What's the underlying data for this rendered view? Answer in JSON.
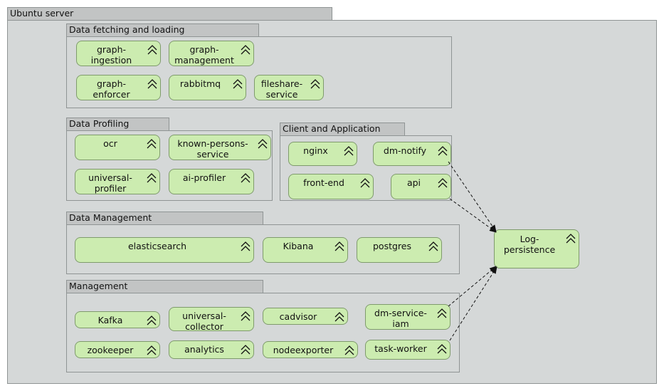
{
  "server": {
    "title": "Ubuntu server"
  },
  "groups": {
    "fetching": {
      "title": "Data fetching and loading",
      "services": [
        "graph-\ningestion",
        "graph-\nmanagement",
        "graph-\nenforcer",
        "rabbitmq",
        "fileshare-\nservice"
      ]
    },
    "profiling": {
      "title": "Data Profiling",
      "services": [
        "ocr",
        "known-persons-\nservice",
        "universal-\nprofiler",
        "ai-profiler"
      ]
    },
    "client": {
      "title": "Client and Application Logic",
      "services": [
        "nginx",
        "dm-notify",
        "front-end",
        "api"
      ]
    },
    "datamgmt": {
      "title": "Data Management",
      "services": [
        "elasticsearch",
        "Kibana",
        "postgres"
      ]
    },
    "management": {
      "title": "Management",
      "services": [
        "Kafka",
        "universal-\ncollector",
        "cadvisor",
        "dm-service-\niam",
        "zookeeper",
        "analytics",
        "nodeexporter",
        "task-worker"
      ]
    }
  },
  "log": {
    "label": "Log-\npersistence"
  },
  "colors": {
    "node_fill": "#ccecb0",
    "group_fill": "#d5d8d8",
    "tab_fill": "#c2c4c4"
  },
  "icon": "service-icon"
}
